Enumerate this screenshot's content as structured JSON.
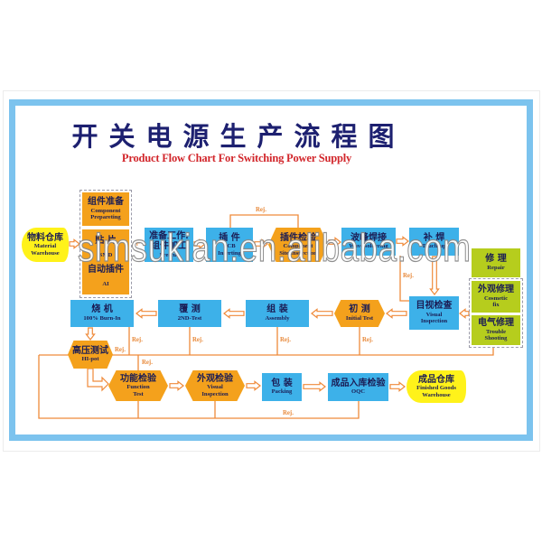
{
  "title": {
    "cn": "开关电源生产流程图",
    "en": "Product Flow Chart For Switching Power Supply"
  },
  "watermark": "simsukian.en.alibaba.com",
  "labels": {
    "rej": "Rej.",
    "plus": "+"
  },
  "colors": {
    "frame": "#7cc3ee",
    "process_box": "#3db1e9",
    "inspection_box": "#f4a11c",
    "repair_box": "#b6cd1d",
    "warehouse_box": "#fff21a",
    "connector": "#ef8a3a",
    "title_cn": "#1d2070",
    "title_en": "#d2262b"
  },
  "nodes": {
    "material_warehouse": {
      "cn": "物料仓库",
      "en1": "Material",
      "en2": "Warehouse"
    },
    "component_preparing": {
      "cn": "组件准备",
      "en1": "Component",
      "en2": "Prepareting"
    },
    "smd_ai": {
      "cn1": "贴 片",
      "en1": "SMD",
      "cn2": "自动插件",
      "en2": "AI"
    },
    "pre_cut": {
      "cn1": "准备工作:",
      "cn2": "组件加工",
      "en": "Pre-cut"
    },
    "pcb_inserting": {
      "cn": "插 件",
      "en1": "PCB",
      "en2": "Inserting"
    },
    "component_site_inspection": {
      "cn": "插件检验",
      "en1": "Component",
      "en2": "Site Inspection"
    },
    "wave_soldering": {
      "cn": "波峰焊接",
      "en": "Wave soldering"
    },
    "touch_up": {
      "cn": "补 焊",
      "en": "Touch-up"
    },
    "repair": {
      "cn": "修 理",
      "en": "Repair"
    },
    "cosmetic_fix": {
      "cn": "外观修理",
      "en1": "Cosmetic",
      "en2": "fix"
    },
    "trouble_shooting": {
      "cn": "电气修理",
      "en1": "Trouble",
      "en2": "Shooting"
    },
    "visual_inspection_1": {
      "cn": "目视检查",
      "en1": "Visual",
      "en2": "Inspection"
    },
    "initial_test": {
      "cn": "初 测",
      "en": "Initial Test"
    },
    "assembly": {
      "cn": "组 装",
      "en": "Assembly"
    },
    "second_test": {
      "cn": "覆 测",
      "en": "2ND-Test"
    },
    "burn_in": {
      "cn": "烧 机",
      "en": "100% Burn-In"
    },
    "hi_pot": {
      "cn": "高压测试",
      "en": "HI-pot"
    },
    "function_test": {
      "cn": "功能检验",
      "en1": "Function",
      "en2": "Test"
    },
    "visual_inspection_2": {
      "cn": "外观检验",
      "en1": "Visual",
      "en2": "Inspection"
    },
    "packing": {
      "cn": "包 装",
      "en": "Packing"
    },
    "oqc": {
      "cn": "成品入库检验",
      "en": "OQC"
    },
    "finished_goods_warehouse": {
      "cn": "成品仓库",
      "en1": "Finished Goods",
      "en2": "Warehouse"
    }
  }
}
